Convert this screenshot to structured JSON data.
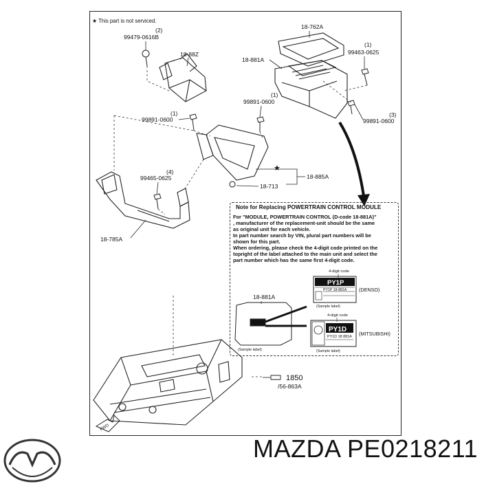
{
  "diagram": {
    "legend": "★ This part is not serviced.",
    "labels": {
      "p18762A": "18-762A",
      "p99479": "99479-0616B",
      "p99479q": "(2)",
      "p1888Z": "18-88Z",
      "p18881A": "18-881A",
      "p99463": "99463-0625",
      "p99463q": "(1)",
      "p99891a": "99891-0600",
      "p99891aq": "(1)",
      "p99891b": "99891-0600",
      "p99891bq": "(1)",
      "p99891c": "99891-0600",
      "p99891cq": "(3)",
      "p18885A": "18-885A",
      "p18713": "18-713",
      "p99465": "99465-0625",
      "p99465q": "(4)",
      "p18785A": "18-785A",
      "p1850": "1850",
      "p56863A": "/56-863A",
      "fwd": "FWD"
    },
    "note": {
      "title": "Note for Replacing POWERTRAIN CONTROL MODULE",
      "lines": [
        "For \"MODULE, POWERTRAIN CONTROL (D-code 18-881A)\"",
        ", manufacturer of the replacement-unit should be the same",
        "as original unit for each vehicle.",
        "In part number search by VIN, plural part numbers will be",
        "shown for this part.",
        "When ordering, please check the 4-digit code printed on the",
        "topright of the label attached to the main unit and select the",
        "part number which has the same first 4-digit code."
      ],
      "code_caption_1": "4-digit code",
      "code_caption_2": "4-digit code",
      "unit_label": "18-881A",
      "denso_code": "PY1P",
      "denso_sub": "PY1P 18-881A",
      "denso_maker": "(DENSO)",
      "mitsu_code": "PY1D",
      "mitsu_sub": "PY1D 18 881A",
      "mitsu_maker": "(MITSUBISHI)",
      "sample_1": "(Sample label)",
      "sample_2": "(Sample label)",
      "sample_3": "(Sample label)"
    }
  },
  "footer": {
    "part_number": "MAZDA PE0218211"
  }
}
